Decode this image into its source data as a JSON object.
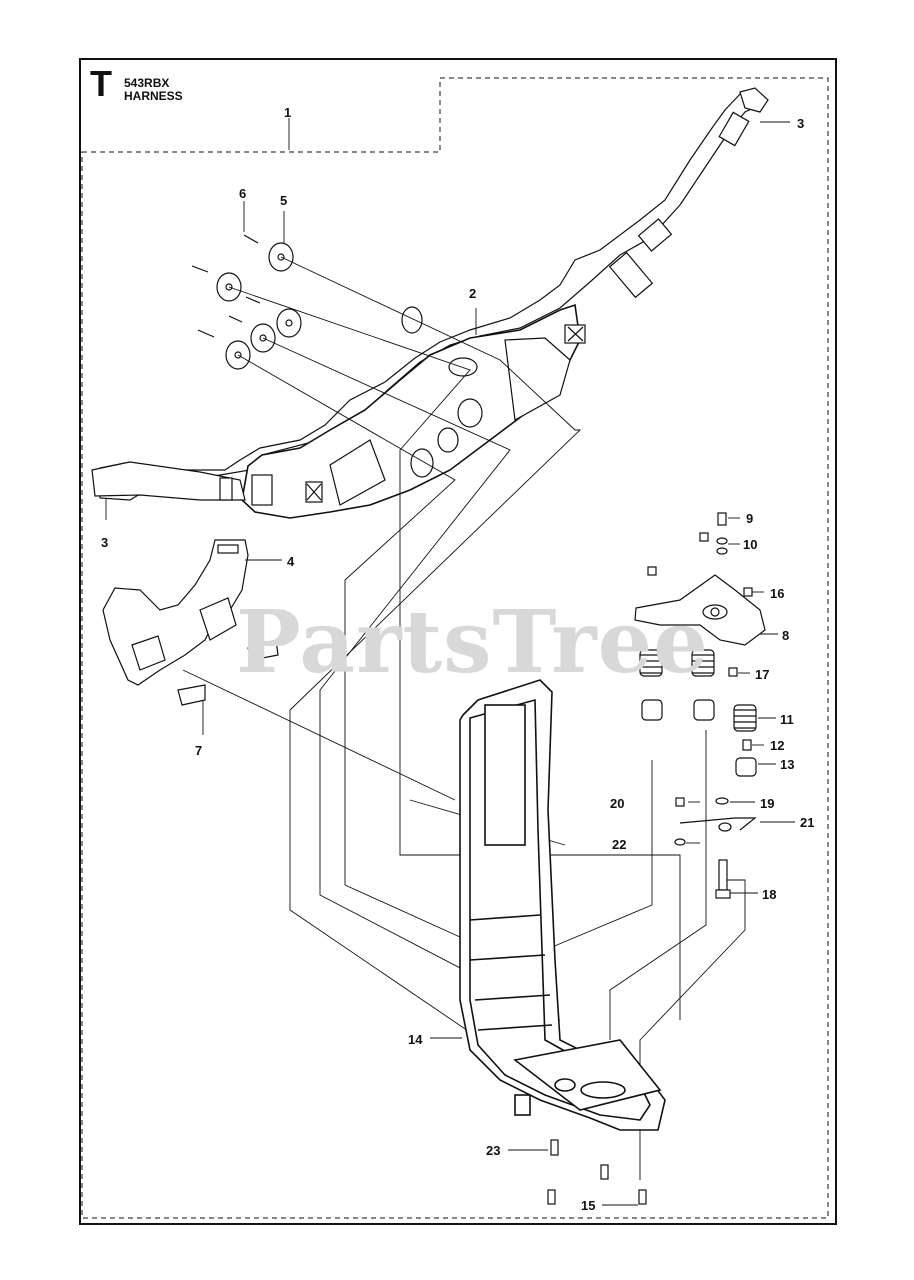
{
  "header": {
    "section_letter": "T",
    "model": "543RBX",
    "title": "HARNESS"
  },
  "watermark": "PartsTree",
  "callouts": [
    {
      "num": "1"
    },
    {
      "num": "2"
    },
    {
      "num": "3"
    },
    {
      "num": "3"
    },
    {
      "num": "4"
    },
    {
      "num": "5"
    },
    {
      "num": "6"
    },
    {
      "num": "7"
    },
    {
      "num": "8"
    },
    {
      "num": "9"
    },
    {
      "num": "10"
    },
    {
      "num": "11"
    },
    {
      "num": "12"
    },
    {
      "num": "13"
    },
    {
      "num": "14"
    },
    {
      "num": "15"
    },
    {
      "num": "16"
    },
    {
      "num": "17"
    },
    {
      "num": "18"
    },
    {
      "num": "19"
    },
    {
      "num": "20"
    },
    {
      "num": "21"
    },
    {
      "num": "22"
    },
    {
      "num": "23"
    }
  ],
  "colors": {
    "line": "#111111",
    "part_fill": "#ffffff",
    "dark_fill": "#444444",
    "watermark": "#d8d8d8"
  }
}
